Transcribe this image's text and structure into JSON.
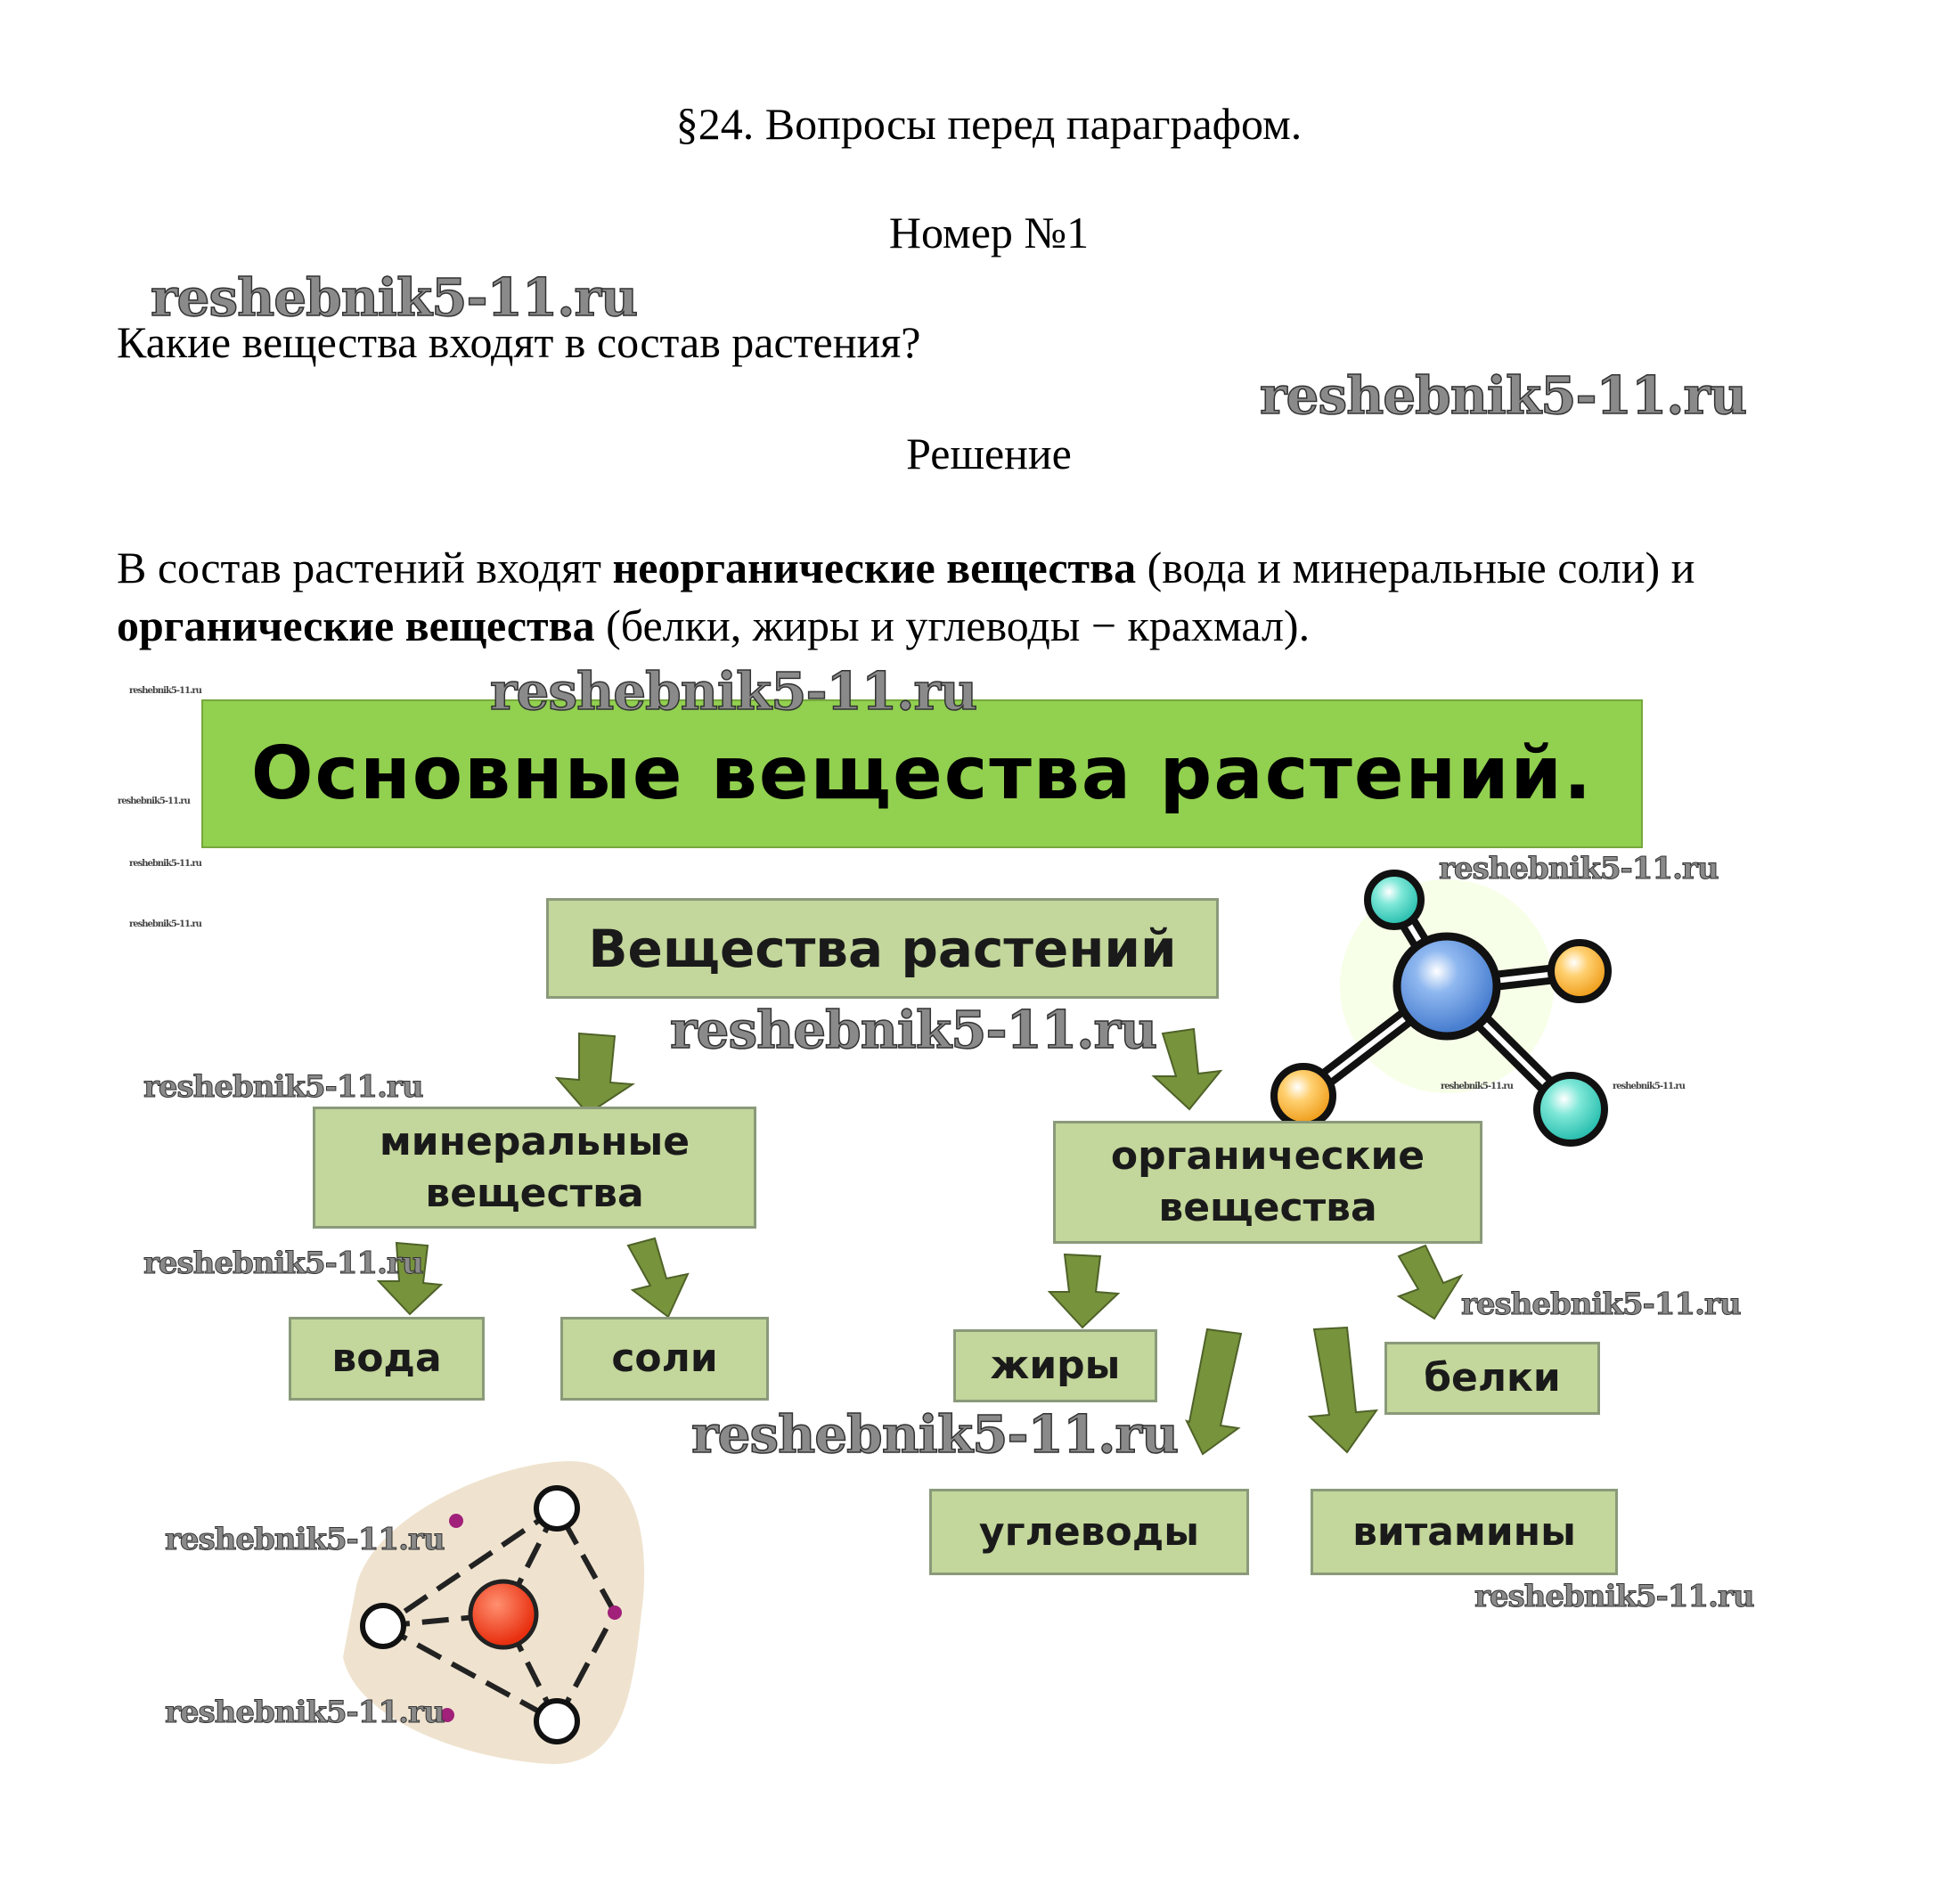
{
  "header": {
    "title": "§24. Вопросы перед параграфом.",
    "number": "Номер №1"
  },
  "question": "Какие вещества входят в состав растения?",
  "solution_label": "Решение",
  "answer": {
    "part1": "В состав растений входят ",
    "bold1": "неорганические вещества",
    "part2": " (вода и минеральные соли) и ",
    "bold2": "органические вещества",
    "part3": " (белки, жиры и углеводы − крахмал)."
  },
  "diagram": {
    "banner": "Основные вещества растений.",
    "root": "Вещества растений",
    "mineral": "минеральные вещества",
    "organic": "органические вещества",
    "water": "вода",
    "salts": "соли",
    "fats": "жиры",
    "proteins": "белки",
    "carbs": "углеводы",
    "vitamins": "витамины",
    "colors": {
      "banner": "#92d050",
      "box": "#c3d69b",
      "arrow": "#77933c"
    }
  },
  "watermark": "reshebnik5-11.ru"
}
